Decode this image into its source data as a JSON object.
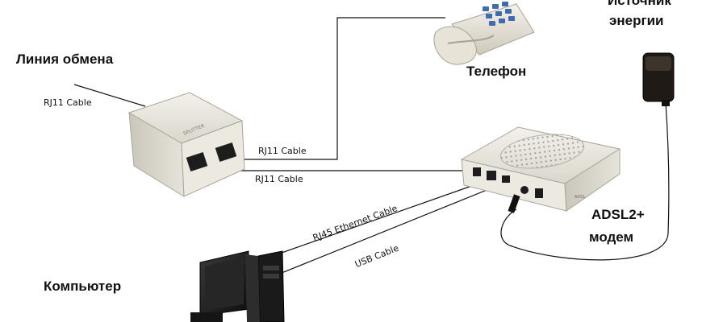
{
  "labels": {
    "exchange_line": "Линия обмена",
    "telephone": "Телефон",
    "power_line1": "Источник",
    "power_line2": "энергии",
    "modem_line1": "ADSL2+",
    "modem_line2": "модем",
    "computer": "Компьютер"
  },
  "cables": {
    "rj11_in": "RJ11 Cable",
    "rj11_phone": "RJ11 Cable",
    "rj11_modem": "RJ11 Cable",
    "rj45": "RJ45 Ethernet Cable",
    "usb": "USB Cable"
  },
  "splitter": {
    "brand": "SPLITTER"
  },
  "modem": {
    "brand": "ADSL"
  }
}
